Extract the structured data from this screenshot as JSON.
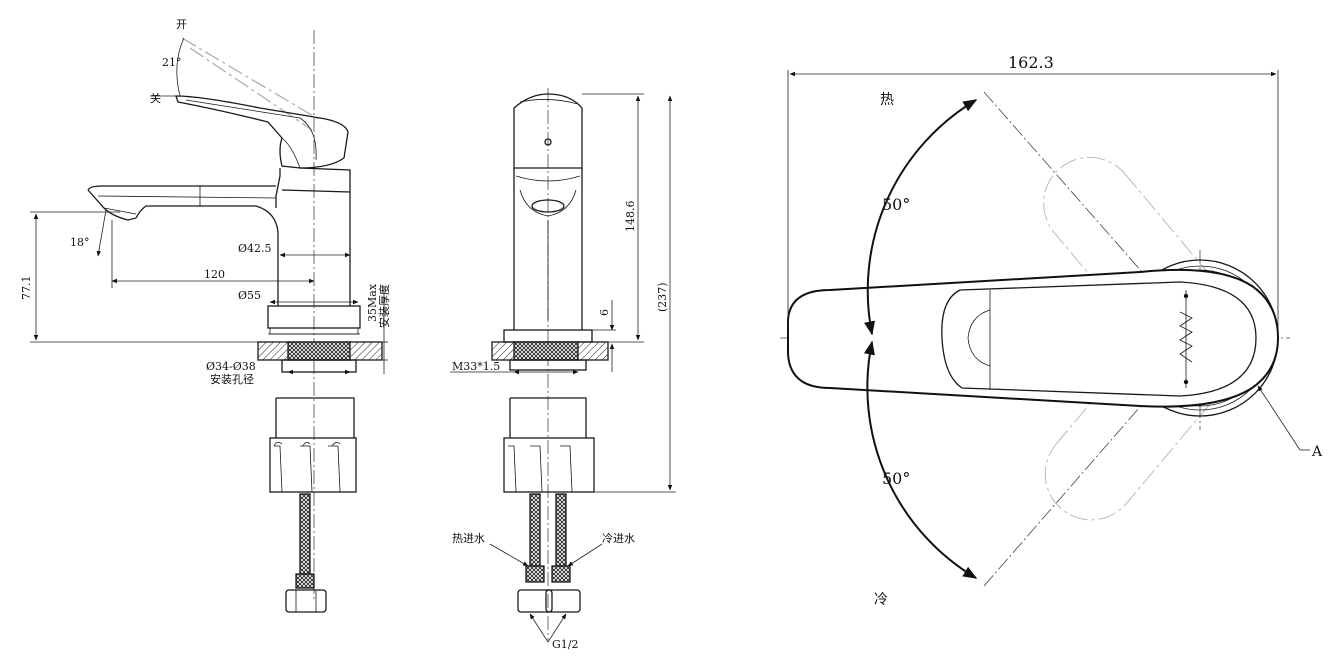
{
  "front_view": {
    "open_label": "开",
    "close_label": "关",
    "handle_angle": "21°",
    "spout_angle": "18°",
    "dim_body_dia": "Ø42.5",
    "dim_reach": "120",
    "dim_base_dia": "Ø55",
    "dim_height": "77.1",
    "dim_max_thickness": "35Max",
    "dim_max_thickness_note": "安装厚度",
    "dim_hole_dia": "Ø34-Ø38",
    "dim_hole_note": "安装孔径"
  },
  "side_view": {
    "thread": "M33*1.5",
    "dim_small": "6",
    "dim_height": "148.6",
    "dim_total": "(237)",
    "hot_inlet": "热进水",
    "cold_inlet": "冷进水",
    "connector": "G1/2"
  },
  "top_view": {
    "width": "162.3",
    "hot_label": "热",
    "cold_label": "冷",
    "angle_hot": "50°",
    "angle_cold": "50°",
    "ref_label": "A"
  }
}
